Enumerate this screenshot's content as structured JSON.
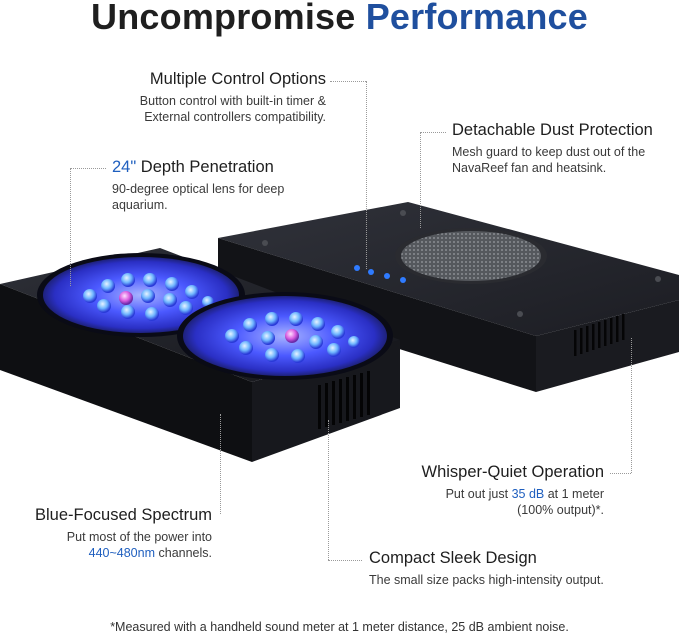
{
  "title": {
    "lead": "Uncompromise",
    "accent": "Performance"
  },
  "features": {
    "control": {
      "heading": "Multiple Control Options",
      "line1": "Button control with built-in timer &",
      "line2": "External controllers compatibility."
    },
    "dust": {
      "heading": "Detachable Dust Protection",
      "line1": "Mesh guard to keep dust out of the",
      "line2": "NavaReef fan and heatsink."
    },
    "depth": {
      "heading_value": "24\"",
      "heading_rest": " Depth Penetration",
      "line1": "90-degree optical lens for deep",
      "line2": "aquarium."
    },
    "quiet": {
      "heading": "Whisper-Quiet Operation",
      "line1_pre": "Put out just ",
      "line1_value": "35 dB",
      "line1_post": " at 1 meter",
      "line2": "(100% output)*."
    },
    "spectrum": {
      "heading": "Blue-Focused Spectrum",
      "line1": "Put most of the power into",
      "line2_value": "440~480nm",
      "line2_post": " channels."
    },
    "design": {
      "heading": "Compact Sleek Design",
      "line1": "The small size packs high-intensity output."
    }
  },
  "footnote": "*Measured with a handheld sound meter at 1 meter distance, 25 dB ambient noise.",
  "colors": {
    "accent": "#1f4f9e",
    "highlight": "#1f5fbf",
    "body": "#1b1c22",
    "led_glow": "#3f4cff"
  }
}
